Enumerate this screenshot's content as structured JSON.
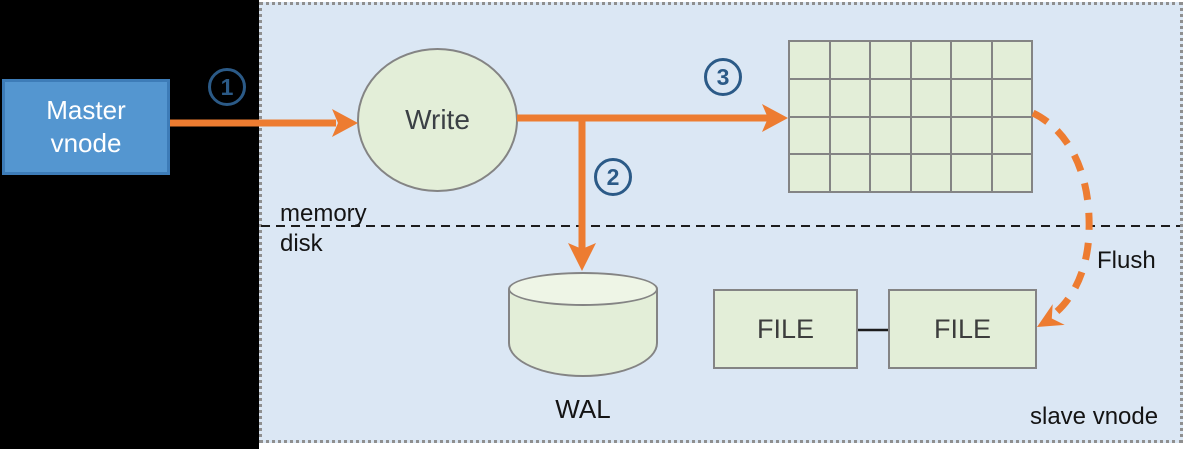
{
  "master_node": {
    "line1": "Master",
    "line2": "vnode"
  },
  "write_node": {
    "label": "Write"
  },
  "steps": [
    {
      "n": "1"
    },
    {
      "n": "2"
    },
    {
      "n": "3"
    }
  ],
  "divider": {
    "above_label": "memory",
    "below_label": "disk"
  },
  "wal": {
    "label": "WAL"
  },
  "files": [
    {
      "label": "FILE"
    },
    {
      "label": "FILE"
    }
  ],
  "flush_label": "Flush",
  "panel_label": "slave vnode",
  "memtable_grid": {
    "rows": 4,
    "cols": 6
  },
  "colors": {
    "accent_orange": "#ED7C31",
    "node_green": "#E3EED8",
    "node_green_light": "#EEF5E6",
    "panel_blue": "#DBE7F4",
    "master_blue": "#5496D0",
    "master_blue_border": "#3D7CB8",
    "step_blue": "#2B5A87",
    "border_gray": "#848484",
    "border_gray_dark": "#8F8F8F",
    "line_black": "#1C1C1C"
  }
}
